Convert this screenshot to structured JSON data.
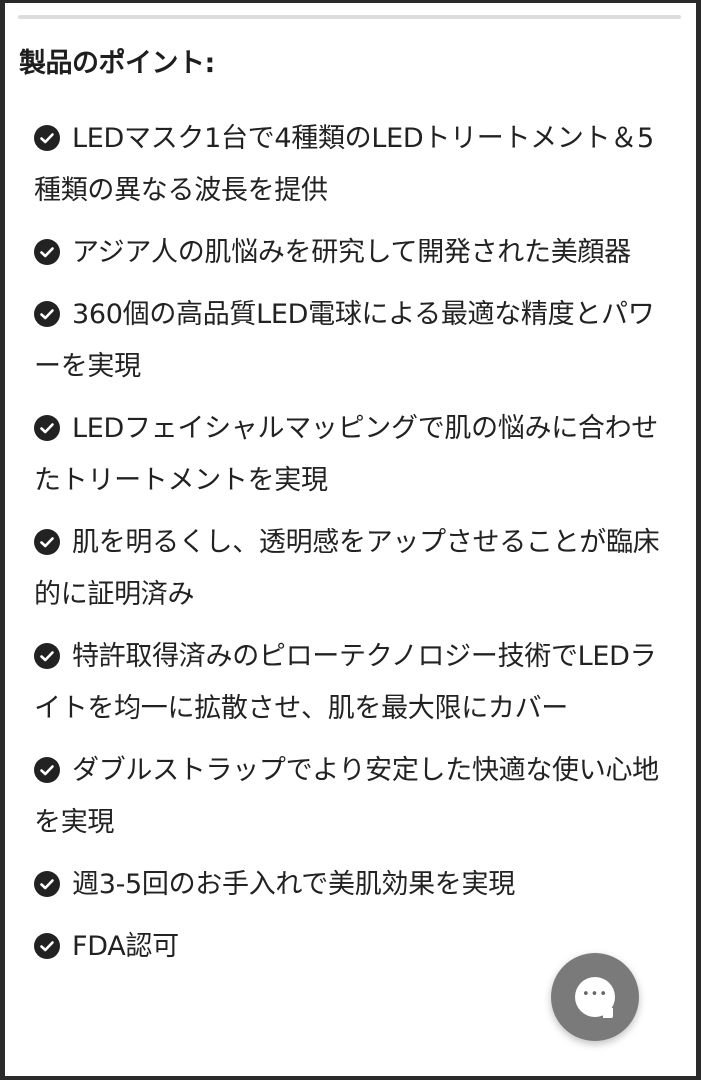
{
  "section": {
    "title": "製品のポイント:"
  },
  "features": [
    {
      "icon": "check-circle-icon",
      "text": "LEDマスク1台で4種類のLEDトリートメント＆5種類の異なる波長を提供"
    },
    {
      "icon": "check-circle-icon",
      "text": "アジア人の肌悩みを研究して開発された美顔器"
    },
    {
      "icon": "check-circle-icon",
      "text": "360個の高品質LED電球による最適な精度とパワーを実現"
    },
    {
      "icon": "check-circle-icon",
      "text": "LEDフェイシャルマッピングで肌の悩みに合わせたトリートメントを実現"
    },
    {
      "icon": "check-circle-icon",
      "text": "肌を明るくし、透明感をアップさせることが臨床的に証明済み"
    },
    {
      "icon": "check-circle-icon",
      "text": "特許取得済みのピローテクノロジー技術でLEDライトを均一に拡散させ、肌を最大限にカバー"
    },
    {
      "icon": "check-circle-icon",
      "text": "ダブルストラップでより安定した快適な使い心地を実現"
    },
    {
      "icon": "check-circle-icon",
      "text": "週3-5回のお手入れで美肌効果を実現"
    },
    {
      "icon": "check-circle-icon",
      "text": "FDA認可"
    }
  ],
  "chat_widget": {
    "icon": "chat-bubble-icon",
    "dots": "•••",
    "color": "#7a7a7a"
  },
  "colors": {
    "frame": "#2a2a2a",
    "panel": "#ffffff",
    "text": "#222222",
    "divider": "#dcdcdc"
  }
}
